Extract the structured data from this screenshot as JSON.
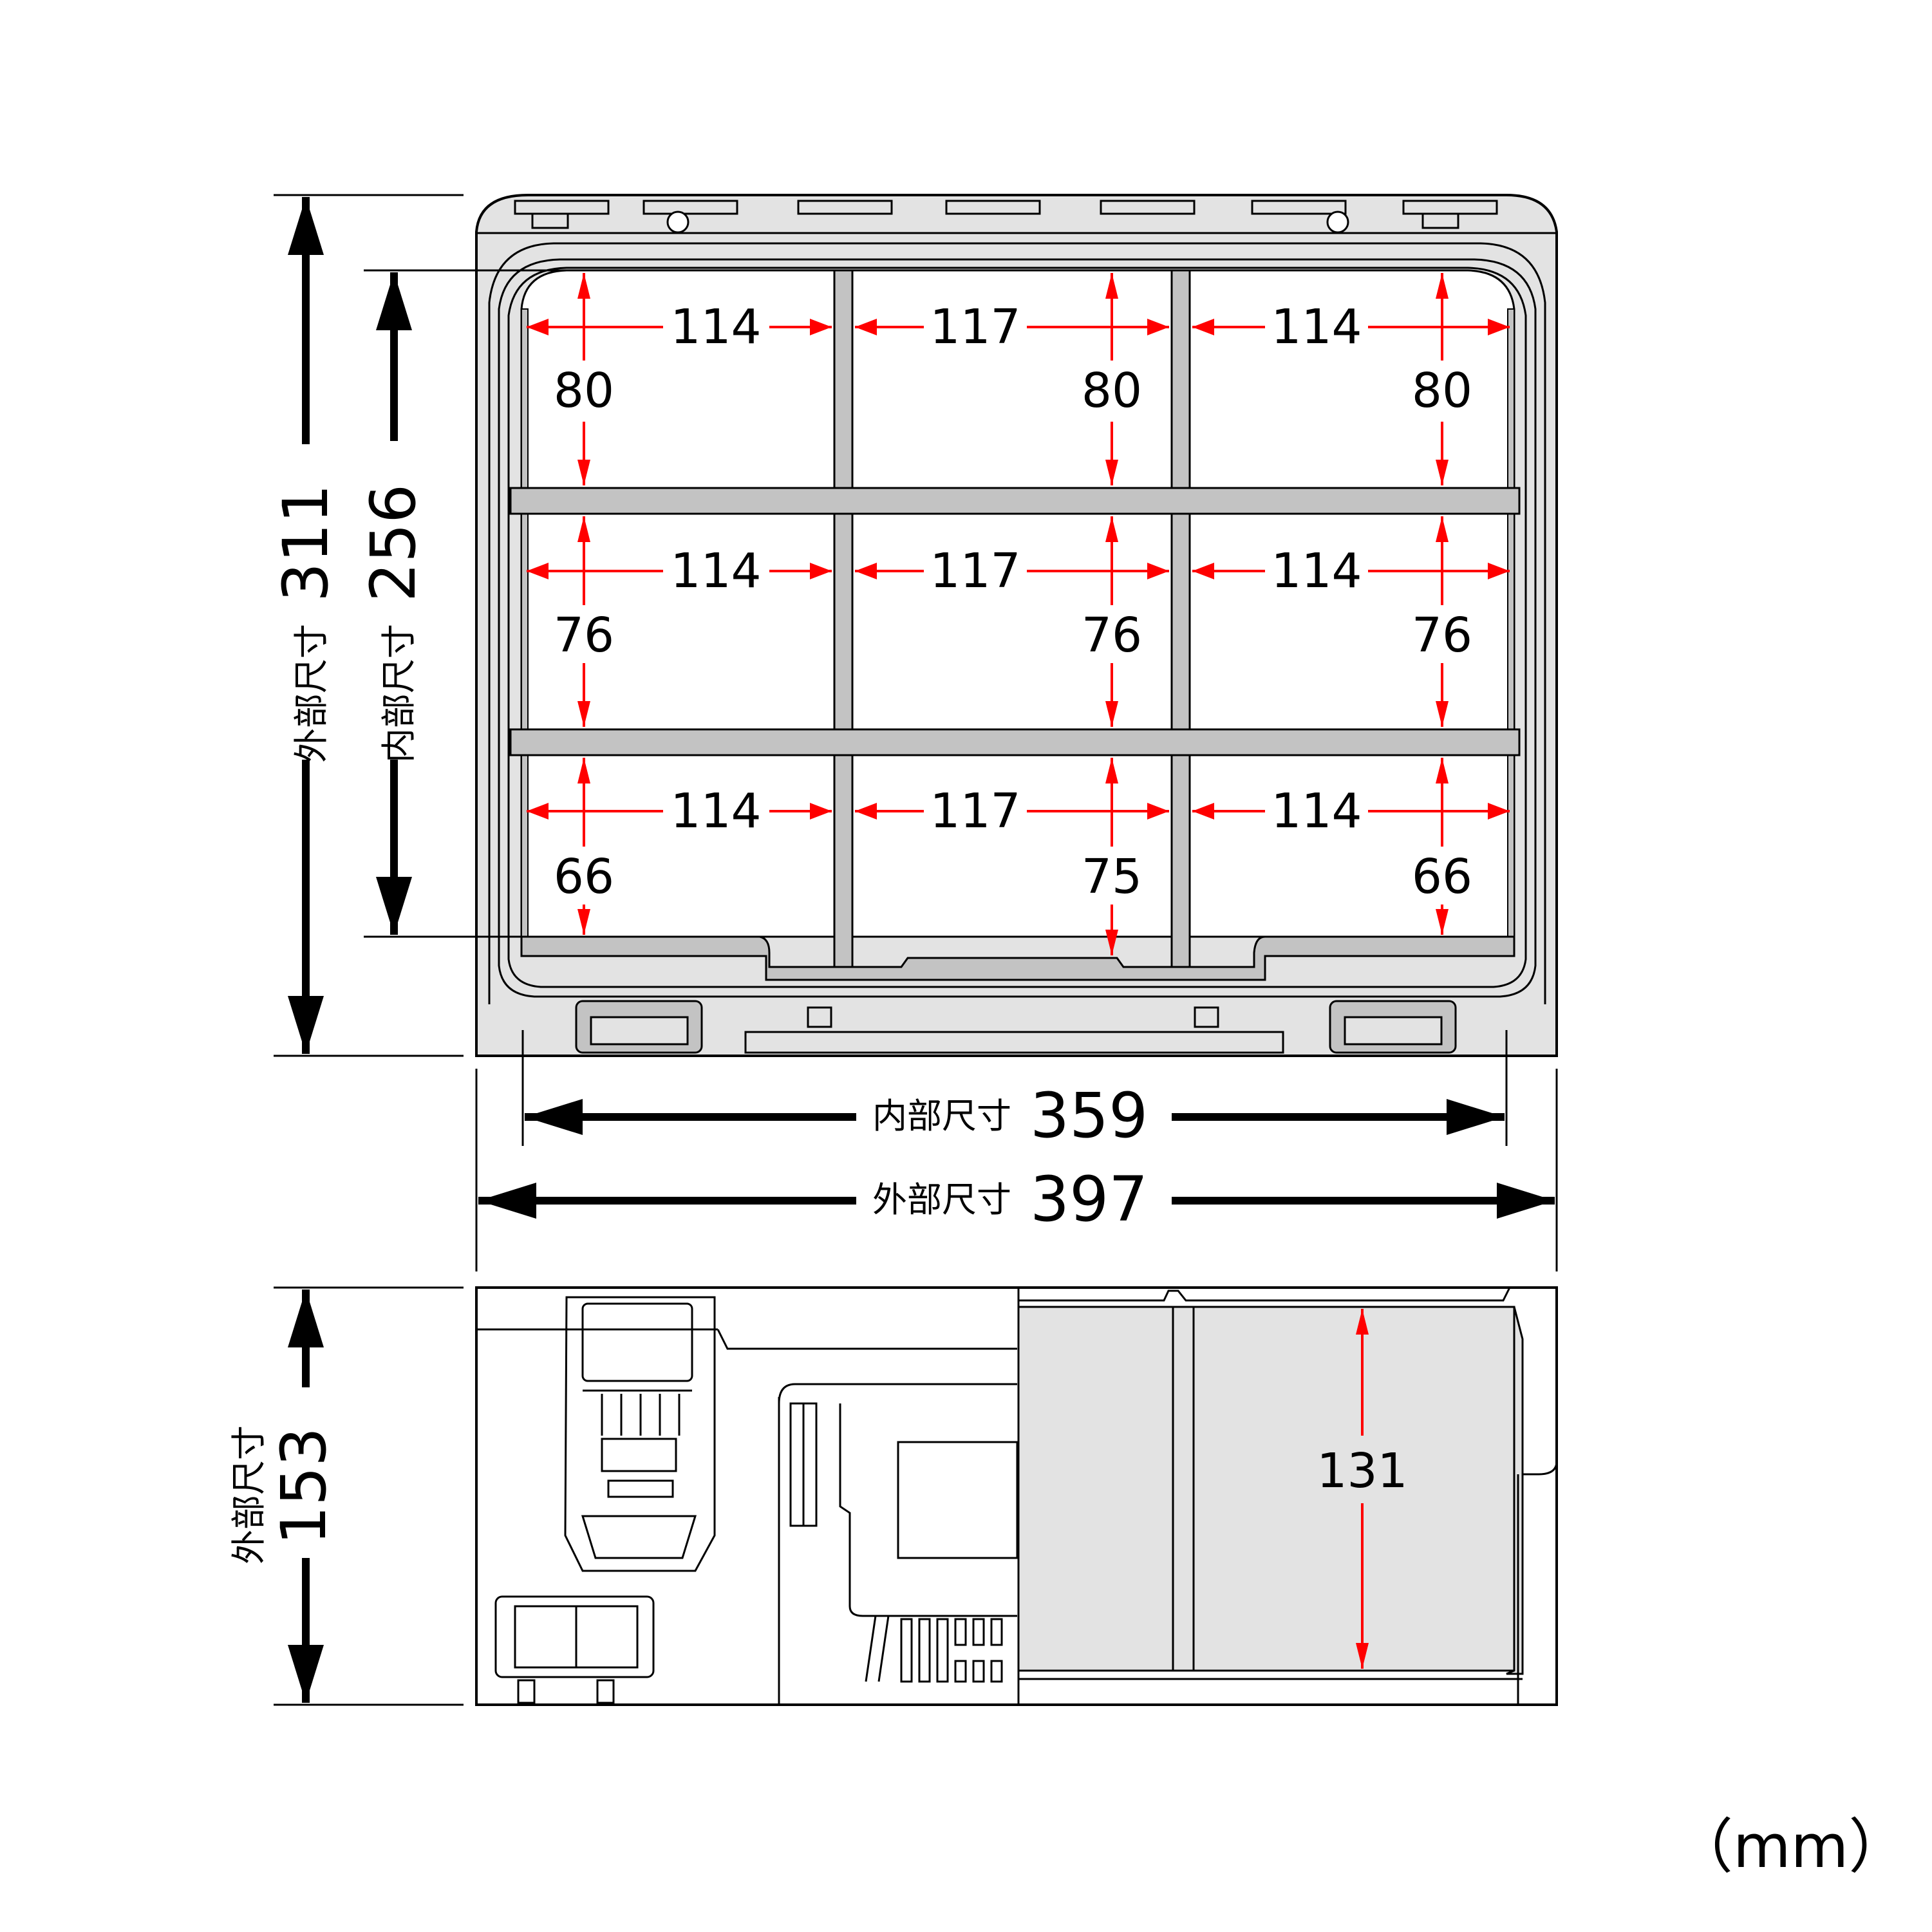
{
  "unit_label": "（mm）",
  "top_view": {
    "outer_height": {
      "label": "外部尺寸",
      "value": "311"
    },
    "inner_height": {
      "label": "内部尺寸",
      "value": "256"
    },
    "inner_width": {
      "label": "内部尺寸",
      "value": "359"
    },
    "outer_width": {
      "label": "外部尺寸",
      "value": "397"
    },
    "compartments": [
      {
        "row": 1,
        "col": 1,
        "width": "114",
        "depth": "80"
      },
      {
        "row": 1,
        "col": 2,
        "width": "117",
        "depth": "80"
      },
      {
        "row": 1,
        "col": 3,
        "width": "114",
        "depth": "80"
      },
      {
        "row": 2,
        "col": 1,
        "width": "114",
        "depth": "76"
      },
      {
        "row": 2,
        "col": 2,
        "width": "117",
        "depth": "76"
      },
      {
        "row": 2,
        "col": 3,
        "width": "114",
        "depth": "76"
      },
      {
        "row": 3,
        "col": 1,
        "width": "114",
        "depth": "66"
      },
      {
        "row": 3,
        "col": 2,
        "width": "117",
        "depth": "75"
      },
      {
        "row": 3,
        "col": 3,
        "width": "114",
        "depth": "66"
      }
    ]
  },
  "side_view": {
    "outer_height": {
      "label": "外部尺寸",
      "value": "153"
    },
    "inner_height": {
      "value": "131"
    }
  },
  "colors": {
    "dimension_red": "#ff0000",
    "body_fill": "#e3e3e3",
    "divider_fill": "#c3c3c3"
  }
}
